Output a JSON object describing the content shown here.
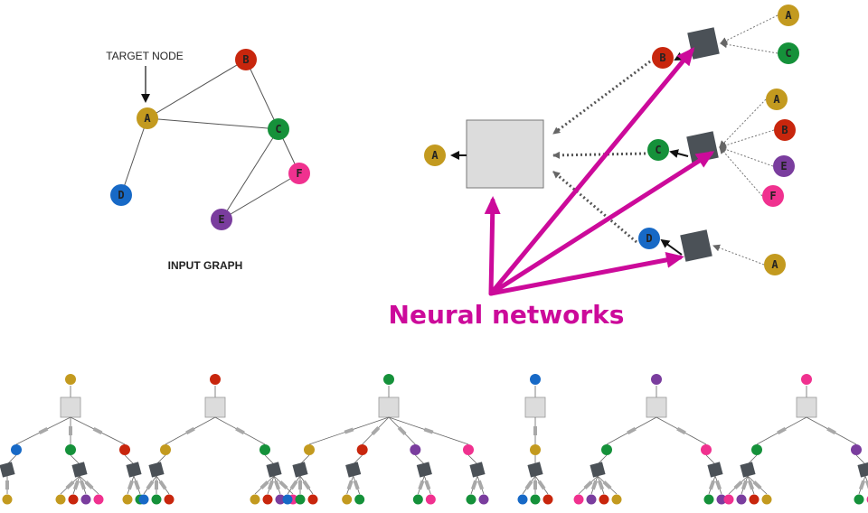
{
  "colors": {
    "A": "#c39a1f",
    "B": "#c8260d",
    "C": "#15913a",
    "D": "#1769c6",
    "E": "#7a3d9e",
    "F": "#f0318f",
    "accent": "#cc0a9a",
    "agg_dark": "#4b5157",
    "agg_light": "#dcdcdc",
    "link_bar": "#a8a8a8"
  },
  "input_graph": {
    "caption": "INPUT GRAPH",
    "target_annotation": "TARGET NODE",
    "nodes": [
      "A",
      "B",
      "C",
      "D",
      "E",
      "F"
    ],
    "edges": [
      [
        "A",
        "B"
      ],
      [
        "A",
        "C"
      ],
      [
        "A",
        "D"
      ],
      [
        "B",
        "C"
      ],
      [
        "C",
        "E"
      ],
      [
        "C",
        "F"
      ],
      [
        "E",
        "F"
      ]
    ]
  },
  "computation_graph": {
    "target": "A",
    "neighbors": [
      {
        "node": "B",
        "neighbors": [
          "A",
          "C"
        ]
      },
      {
        "node": "C",
        "neighbors": [
          "A",
          "B",
          "E",
          "F"
        ]
      },
      {
        "node": "D",
        "neighbors": [
          "A"
        ]
      }
    ]
  },
  "headline": "Neural networks",
  "computation_trees": [
    {
      "root": "A",
      "level1": [
        {
          "node": "D",
          "children": [
            "A"
          ]
        },
        {
          "node": "C",
          "children": [
            "A",
            "B",
            "E",
            "F"
          ]
        },
        {
          "node": "B",
          "children": [
            "A",
            "C"
          ]
        }
      ]
    },
    {
      "root": "B",
      "level1": [
        {
          "node": "A",
          "children": [
            "D",
            "C",
            "B"
          ]
        },
        {
          "node": "C",
          "children": [
            "A",
            "B",
            "E",
            "F"
          ]
        }
      ]
    },
    {
      "root": "C",
      "level1": [
        {
          "node": "A",
          "children": [
            "D",
            "C",
            "B"
          ]
        },
        {
          "node": "B",
          "children": [
            "A",
            "C"
          ]
        },
        {
          "node": "E",
          "children": [
            "C",
            "F"
          ]
        },
        {
          "node": "F",
          "children": [
            "C",
            "E"
          ]
        }
      ]
    },
    {
      "root": "D",
      "level1": [
        {
          "node": "A",
          "children": [
            "D",
            "C",
            "B"
          ]
        }
      ]
    },
    {
      "root": "E",
      "level1": [
        {
          "node": "C",
          "children": [
            "F",
            "E",
            "B",
            "A"
          ]
        },
        {
          "node": "F",
          "children": [
            "C",
            "E"
          ]
        }
      ]
    },
    {
      "root": "F",
      "level1": [
        {
          "node": "C",
          "children": [
            "F",
            "E",
            "B",
            "A"
          ]
        },
        {
          "node": "E",
          "children": [
            "C",
            "F"
          ]
        }
      ]
    }
  ]
}
